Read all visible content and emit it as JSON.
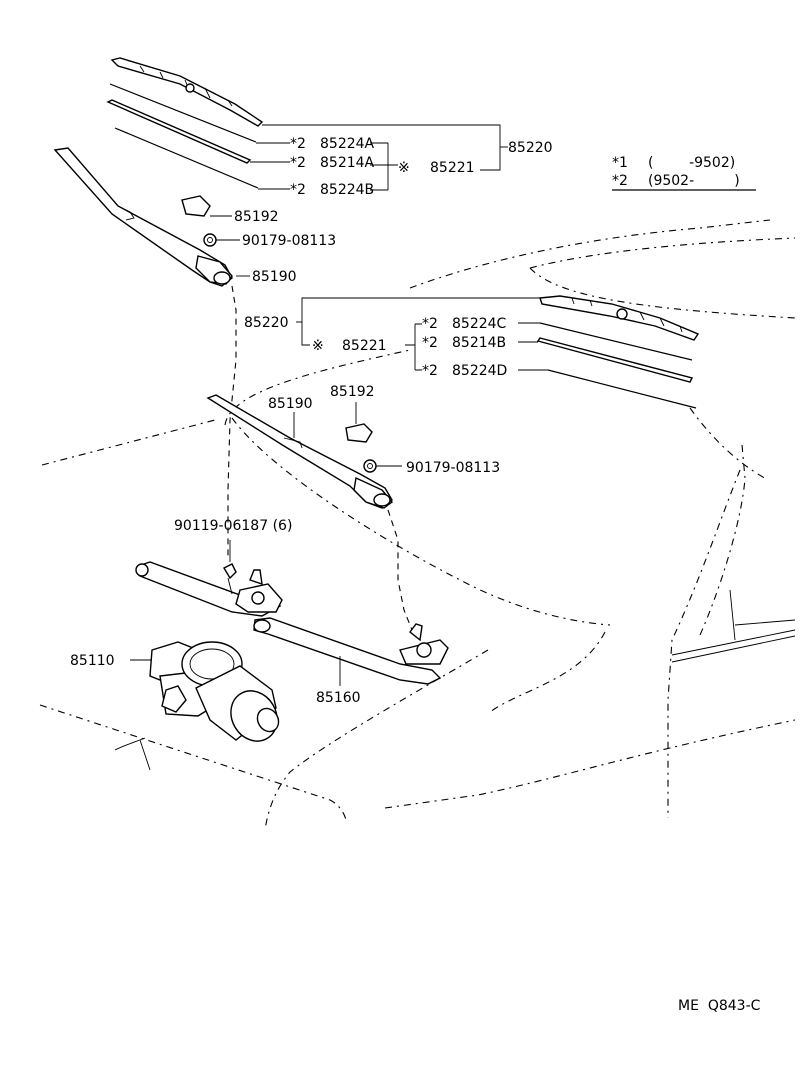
{
  "labels": {
    "top_blade_a": "85224A",
    "top_blade_refill": "85214A",
    "top_blade_b": "85224B",
    "top_assembly": "85220",
    "top_subassy": "85221",
    "top_cap": "85192",
    "top_nut": "90179-08113",
    "top_arm": "85190",
    "mid_assembly": "85220",
    "mid_subassy": "85221",
    "mid_blade_c": "85224C",
    "mid_blade_refill": "85214B",
    "mid_blade_d": "85224D",
    "mid_cap": "85192",
    "mid_arm": "85190",
    "mid_nut": "90179-08113",
    "bolt": "90119-06187 (6)",
    "motor": "85110",
    "link": "85160"
  },
  "marks": {
    "star2": "*2",
    "star1": "*1",
    "kome": "※"
  },
  "legend": {
    "row1_mark": "*1",
    "row1_range": "(        -9502)",
    "row2_mark": "*2",
    "row2_range": "(9502-         )"
  },
  "footer": {
    "code": "ME  Q843-C"
  }
}
